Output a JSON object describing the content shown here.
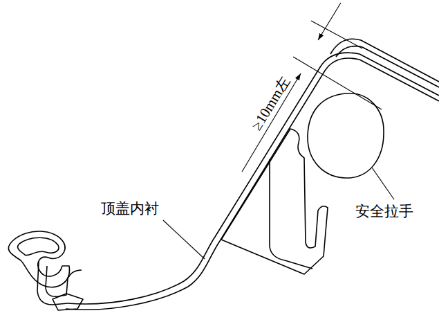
{
  "diagram": {
    "labels": [
      "≥10mm左",
      "顶盖内衬",
      "安全拉手"
    ]
  }
}
